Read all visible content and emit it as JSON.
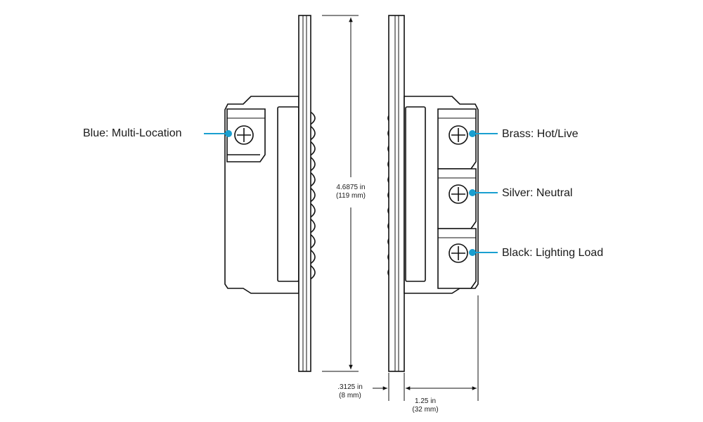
{
  "labels": {
    "blue": "Blue: Multi-Location",
    "brass": "Brass: Hot/Live",
    "silver": "Silver: Neutral",
    "black": "Black: Lighting Load"
  },
  "dimensions": {
    "height_in": "4.6875 in",
    "height_mm": "(119 mm)",
    "plate_in": ".3125 in",
    "plate_mm": "(8 mm)",
    "depth_in": "1.25 in",
    "depth_mm": "(32 mm)"
  },
  "colors": {
    "callout": "#1a9fd0",
    "outline": "#111111"
  }
}
